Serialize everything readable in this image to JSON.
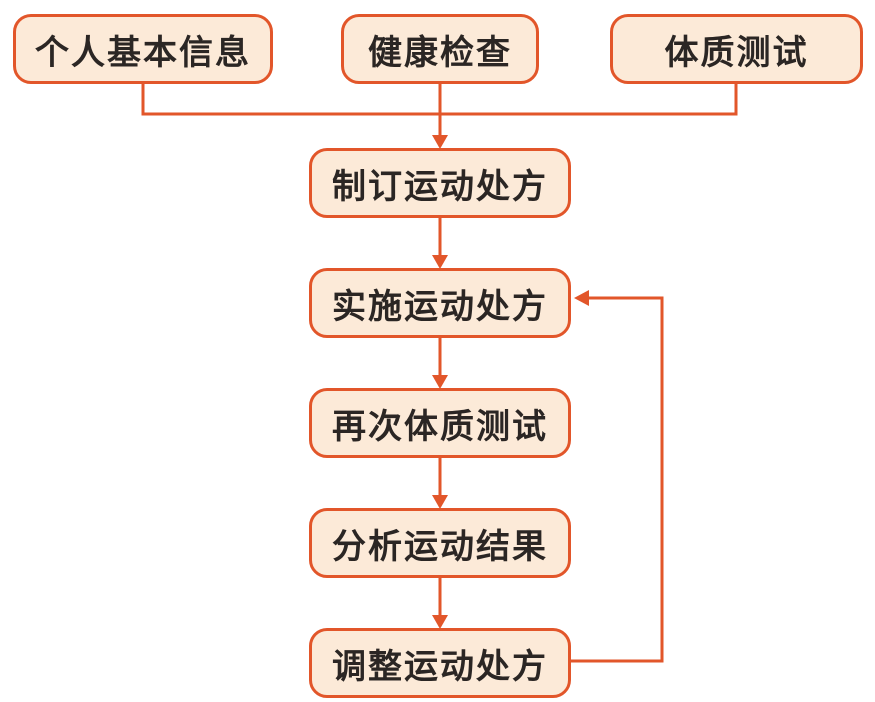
{
  "colors": {
    "background": "#ffffff",
    "line": "#e2562a",
    "node_border": "#e2562a",
    "node_fill": "#fcead8",
    "text": "#2b2624"
  },
  "flowchart": {
    "inputs": [
      {
        "id": "personal-basic-info",
        "label": "个人基本信息"
      },
      {
        "id": "health-check",
        "label": "健康检查"
      },
      {
        "id": "fitness-test",
        "label": "体质测试"
      }
    ],
    "steps": [
      {
        "id": "formulate-exercise-prescription",
        "label": "制订运动处方"
      },
      {
        "id": "implement-exercise-prescription",
        "label": "实施运动处方"
      },
      {
        "id": "repeat-fitness-test",
        "label": "再次体质测试"
      },
      {
        "id": "analyze-exercise-results",
        "label": "分析运动结果"
      },
      {
        "id": "adjust-exercise-prescription",
        "label": "调整运动处方"
      }
    ],
    "edges": [
      {
        "from": "personal-basic-info",
        "to": "formulate-exercise-prescription",
        "type": "merge"
      },
      {
        "from": "health-check",
        "to": "formulate-exercise-prescription",
        "type": "merge-arrow"
      },
      {
        "from": "fitness-test",
        "to": "formulate-exercise-prescription",
        "type": "merge"
      },
      {
        "from": "formulate-exercise-prescription",
        "to": "implement-exercise-prescription",
        "type": "arrow"
      },
      {
        "from": "implement-exercise-prescription",
        "to": "repeat-fitness-test",
        "type": "arrow"
      },
      {
        "from": "repeat-fitness-test",
        "to": "analyze-exercise-results",
        "type": "arrow"
      },
      {
        "from": "analyze-exercise-results",
        "to": "adjust-exercise-prescription",
        "type": "arrow"
      },
      {
        "from": "adjust-exercise-prescription",
        "to": "implement-exercise-prescription",
        "type": "feedback-loop"
      }
    ]
  }
}
